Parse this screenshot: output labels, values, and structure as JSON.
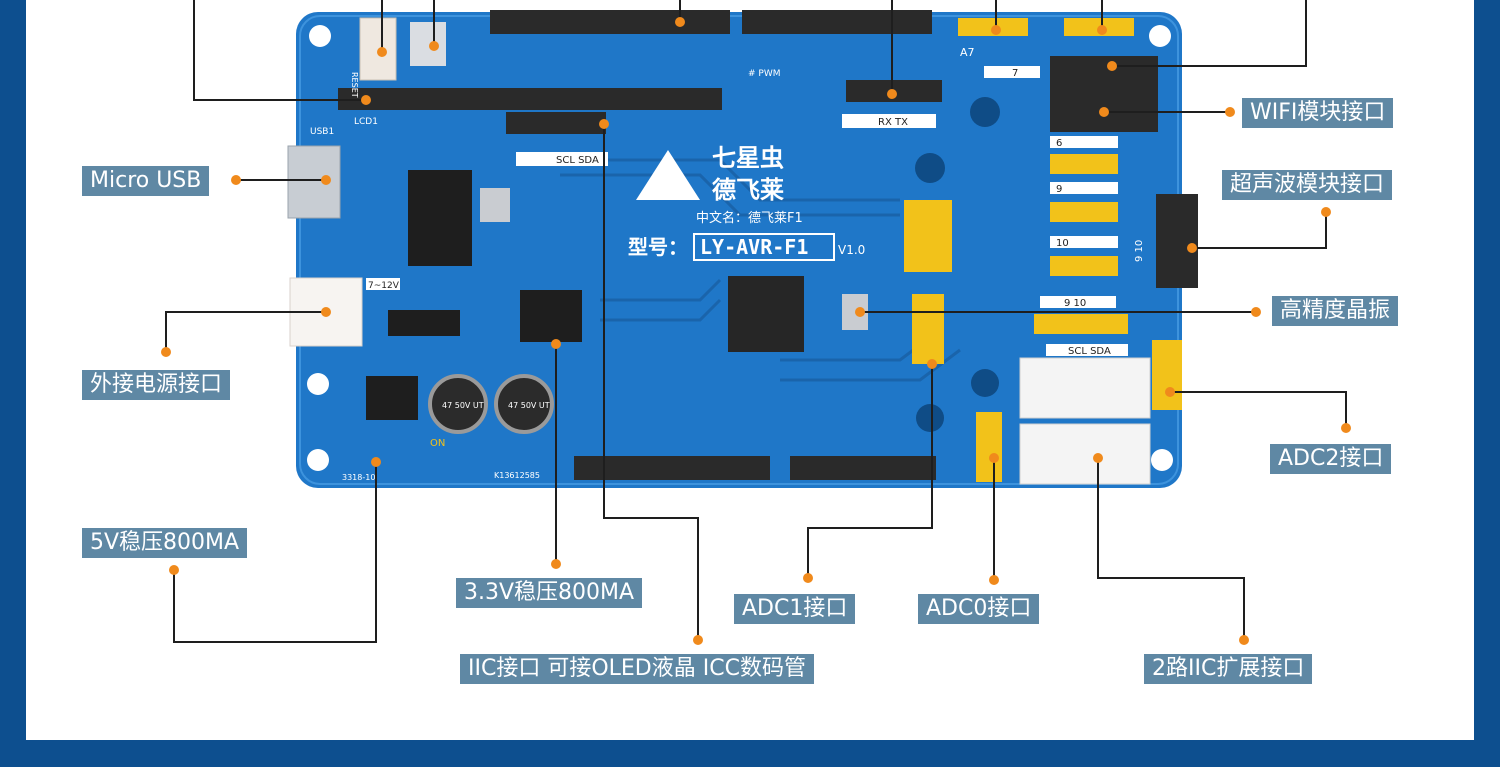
{
  "colors": {
    "frame": "#0d4f8f",
    "panel": "#ffffff",
    "label_bg": "#5f88a4",
    "leader_line": "#1e1e1e",
    "dot": "#f08a1c",
    "pcb": "#1f77c8",
    "header": "#2a2a2a",
    "jumper": "#f2c21a"
  },
  "board": {
    "brand_line1": "七星虫",
    "brand_line2": "德飞莱",
    "cn_name": "中文名：德飞莱F1",
    "model_prefix": "型号：",
    "model": "LY-AVR-F1",
    "version": "V1.0",
    "silk_reset": "RESET",
    "silk_usb": "USB1",
    "silk_lcd": "LCD1",
    "silk_pwm": "# PWM",
    "silk_rxtx": "RX TX",
    "silk_sclsda": "SCL SDA",
    "silk_a7": "A7",
    "silk_7": "7",
    "silk_6": "6",
    "silk_9": "9",
    "silk_10": "10",
    "silk_9_10": "9 10",
    "silk_on": "ON",
    "silk_7_12v": "7~12V",
    "silk_cap": "47 50V UT",
    "silk_serial": "K13612585",
    "silk_3318": "3318-10"
  },
  "labels": {
    "micro_usb": "Micro USB",
    "wifi": "WIFI模块接口",
    "ultrasonic": "超声波模块接口",
    "crystal": "高精度晶振",
    "ext_power": "外接电源接口",
    "adc2": "ADC2接口",
    "reg_5v": "5V稳压800MA",
    "reg_33v": "3.3V稳压800MA",
    "adc1": "ADC1接口",
    "adc0": "ADC0接口",
    "iic": "IIC接口 可接OLED液晶 ICC数码管",
    "iic2": "2路IIC扩展接口"
  }
}
